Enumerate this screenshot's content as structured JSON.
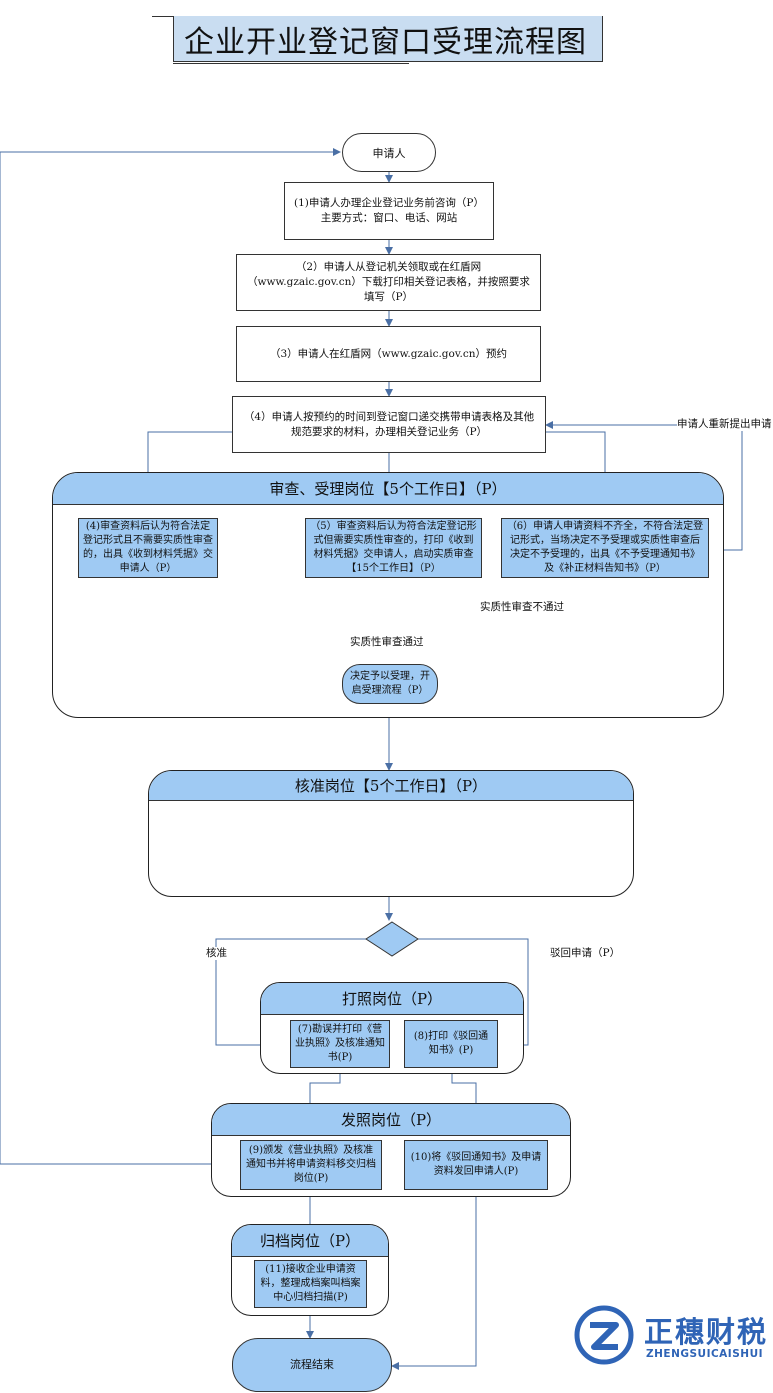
{
  "title": "企业开业登记窗口受理流程图",
  "nodes": {
    "start": "申请人",
    "step1": "(1)申请人办理企业登记业务前咨询（P）\n主要方式：窗口、电话、网站",
    "step2": "（2）申请人从登记机关领取或在红盾网（www.gzaic.gov.cn）下载打印相关登记表格，并按照要求填写（P）",
    "step3": "（3）申请人在红盾网（www.gzaic.gov.cn）预约",
    "step4": "（4）申请人按预约的时间到登记窗口递交携带申请表格及其他规范要求的材料，办理相关登记业务（P）",
    "review_a": "(4)审查资料后认为符合法定登记形式且不需要实质性审查的，出具《收到材料凭据》交申请人（P）",
    "review_b": "（5）审查资料后认为符合法定登记形式但需要实质性审查的，打印《收到材料凭据》交申请人，启动实质审查【15个工作日】（P）",
    "review_c": "（6）申请人申请资料不齐全，不符合法定登记形式，当场决定不予受理或实质性审查后决定不予受理的，出具《不予受理通知书》及《补正材料告知书》（P）",
    "accept": "决定予以受理，开启受理流程（P）",
    "print_a": "(7)勘误并打印《营业执照》及核准通知书(P)",
    "print_b": "(8)打印《驳回通知书》(P)",
    "issue_a": "(9)颁发《营业执照》及核准通知书并将申请资料移交归档岗位(P)",
    "issue_b": "(10)将《驳回通知书》及申请资料发回申请人(P)",
    "archive_box": "(11)接收企业申请资料，整理成档案叫档案中心归档扫描(P)",
    "end": "流程结束"
  },
  "lanes": {
    "review": "审查、受理岗位【5个工作日】（P）",
    "approve": "核准岗位【5个工作日】（P）",
    "print": "打照岗位（P）",
    "issue": "发照岗位（P）",
    "archive": "归档岗位（P）"
  },
  "edge_labels": {
    "resubmit": "申请人重新提出申请",
    "substantive_fail": "实质性审查不通过",
    "substantive_pass": "实质性审查通过",
    "approved": "核准",
    "rejected": "驳回申请（P）"
  },
  "logo": {
    "name": "正穗财税",
    "pinyin": "ZHENGSUICAISHUI"
  },
  "colors": {
    "lane_fill": "#9fcaf3",
    "title_fill": "#c9ddf1",
    "connector": "#4a6fa5"
  }
}
